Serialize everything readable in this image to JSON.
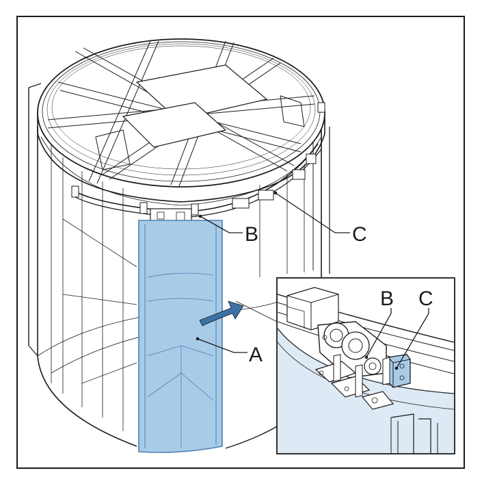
{
  "figure": {
    "labels": {
      "A": "A",
      "B": "B",
      "C": "C"
    },
    "inset": {
      "labels": {
        "B": "B",
        "C": "C"
      }
    },
    "colors": {
      "line": "#1a1a1a",
      "door_leaf_fill": "#a8cbe8",
      "door_leaf_edge": "#4d7fb0",
      "inset_fill": "#dde9f4",
      "arrow": "#3c72a6"
    }
  }
}
